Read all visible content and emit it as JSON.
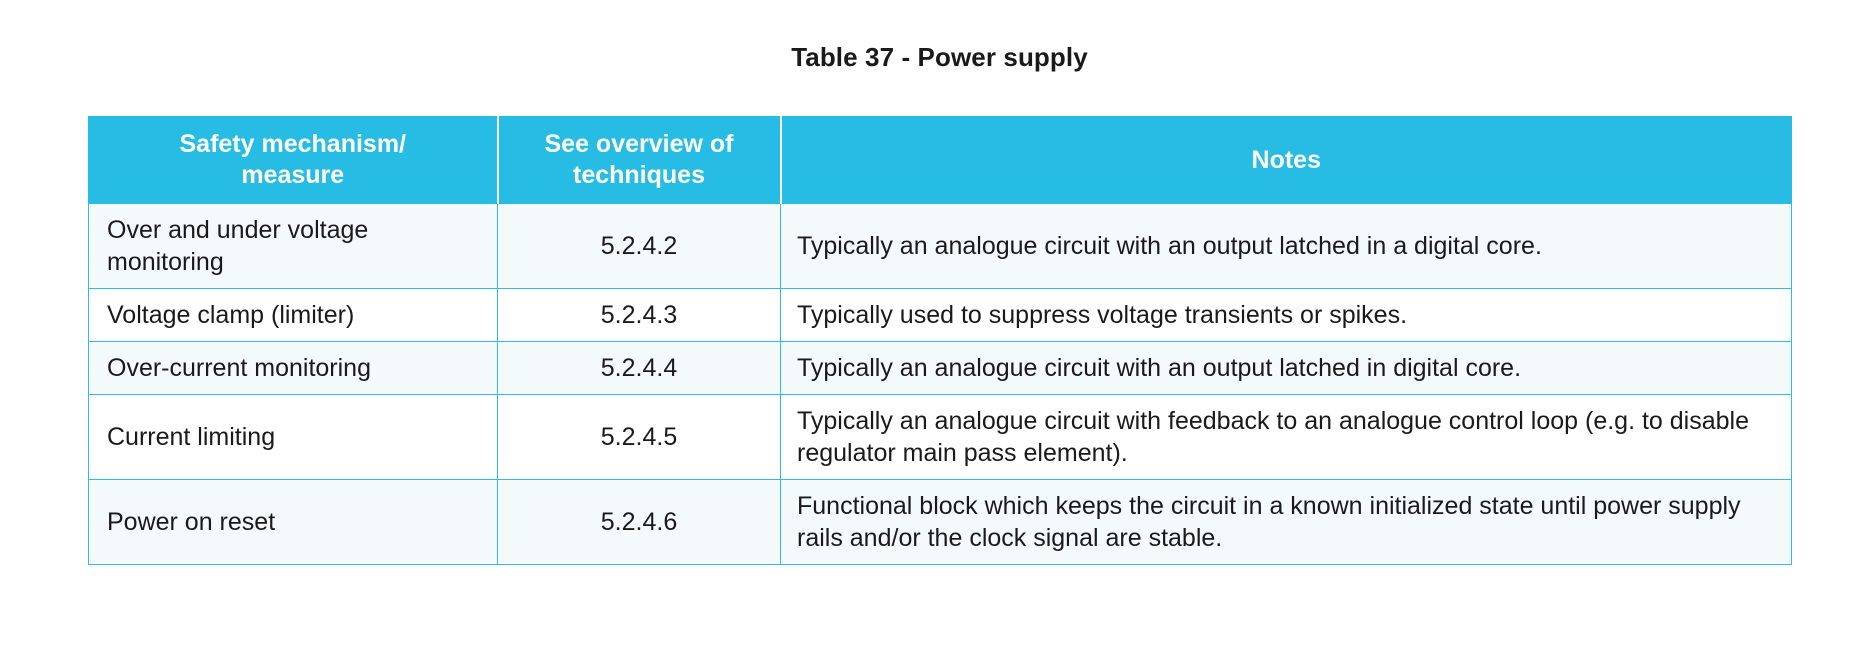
{
  "document": {
    "caption": "Table 37 - Power supply",
    "accent_color": "#27bce3",
    "border_color": "#2fbde4",
    "alt_row_color": "#f4f9fc",
    "plain_row_color": "#ffffff",
    "header_text_color": "#ffffff",
    "body_text_color": "#1a1a1a"
  },
  "table": {
    "headers": {
      "mechanism": "Safety mechanism/ measure",
      "mechanism_line1": "Safety mechanism/",
      "mechanism_line2": "measure",
      "overview": "See overview of techniques",
      "overview_line1": "See overview of",
      "overview_line2": "techniques",
      "notes": "Notes"
    },
    "rows": [
      {
        "mechanism": "Over and under voltage monitoring",
        "overview": "5.2.4.2",
        "notes": "Typically an analogue circuit with an output latched in a digital core.",
        "shade": "alt"
      },
      {
        "mechanism": "Voltage clamp (limiter)",
        "overview": "5.2.4.3",
        "notes": "Typically used to suppress voltage transients or spikes.",
        "shade": "plain"
      },
      {
        "mechanism": "Over-current monitoring",
        "overview": "5.2.4.4",
        "notes": "Typically an analogue circuit with an output latched in digital core.",
        "shade": "alt"
      },
      {
        "mechanism": "Current limiting",
        "overview": "5.2.4.5",
        "notes": "Typically an analogue circuit with feedback to an analogue control loop (e.g. to disable regulator main pass element).",
        "shade": "plain"
      },
      {
        "mechanism": "Power on reset",
        "overview": "5.2.4.6",
        "notes": "Functional block which keeps the circuit in a known initialized state until power supply rails and/or the clock signal are stable.",
        "shade": "alt"
      }
    ]
  }
}
